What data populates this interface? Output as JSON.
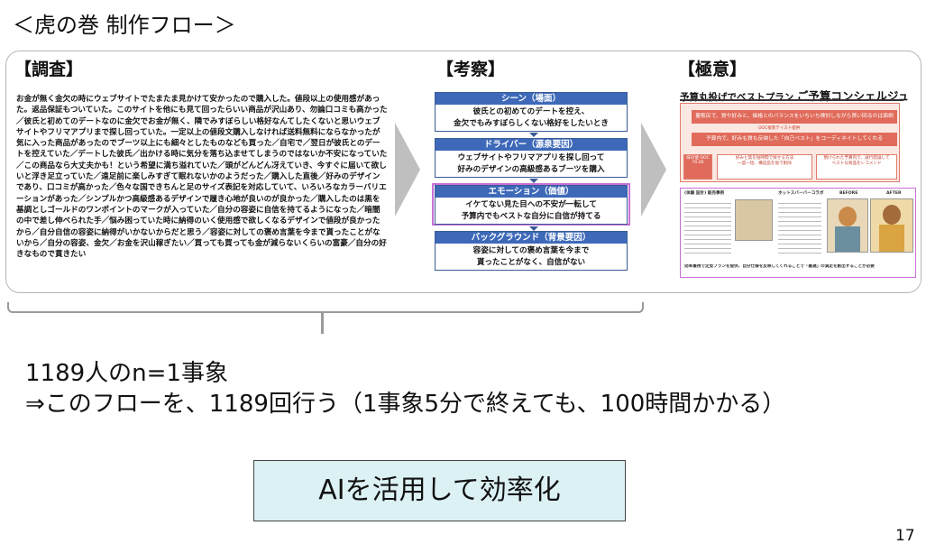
{
  "title": "＜虎の巻 制作フロー＞",
  "sections": {
    "research": "【調査】",
    "analysis": "【考察】",
    "essence": "【極意】"
  },
  "research_text": "お金が無く金欠の時にウェブサイトでたまたま見かけて安かったので購入した。値段以上の使用感があった。返品保証もついていた。このサイトを他にも見て回ったらいい商品が沢山あり、勿論口コミも高かった／彼氏と初めてのデートなのに金欠でお金が無く、隣でみすぼらしい格好なんてしたくないと思いウェブサイトやフリマアプリまで探し回っていた。一定以上の値段文購入しなければ送料無料にならなかったが気に入った商品があったのでブーツ以上にも細々としたものなども買った／自宅で／翌日が彼氏とのデートを控えていた／デートした彼氏／出かける時に気分を落ち込ませてしまうのではないか不安になっていた／この商品なら大丈夫かも！という希望に満ち溢れていた／頭がどんどん冴えていき、今すぐに届いて欲しいと浮き足立っていた／遠足前に楽しみすぎて眠れないかのようだった／購入した直後／好みのデザインであり、口コミが高かった／色々な国できちんと足のサイズ表記を対応していて、いろいろなカラーバリエーションがあった／シンプルかつ高級感あるデザインで履き心地が良いのが良かった／購入したのは黒を基調としゴールドのワンポイントのマークが入っていた／自分の容姿に自信を持てるようになった／暗闇の中で差し伸べられた手／悩み困っていた時に納得のいく使用感で欲しくなるデザインで値段が良かったから／自分自信の容姿に納得がいかないからだと思う／容姿に対しての褒め言葉を今まで貰ったことがないから／自分の容姿、金欠／お金を沢山稼ぎたい／買っても買っても金が減らないくらいの富豪／自分の好きなもので貫きたい",
  "flow": [
    {
      "head": "シーン（場面）",
      "text": [
        "彼氏との初めてのデートを控え、",
        "金欠でもみすぼらしくない格好をしたいとき"
      ]
    },
    {
      "head": "ドライバー（源泉要因）",
      "text": [
        "ウェブサイトやフリマアプリを探し回って",
        "好みのデザインの高級感あるブーツを購入"
      ]
    },
    {
      "head": "エモーション（価値）",
      "text": [
        "イケてない見た目への不安が一転して",
        "予算内でもベストな自分に自信が持てる"
      ]
    },
    {
      "head": "バックグラウンド（背景要因）",
      "text": [
        "容姿に対しての褒め言葉を今まで",
        "貰ったことがなく、自信がない"
      ]
    }
  ],
  "thumbnail": {
    "title_prefix": "予算丸投げでベストプラン",
    "title_main": "ご予算コンシェルジュ",
    "bar1": "量販店で、質や好みと、価格とのバランスをいちいち検討しながら買い回るのは面倒",
    "label1": "OOC接客テイスト提供",
    "bar2": "予算内で、好みも質も反映した「自己ベスト」をコーディネイトしてくれる",
    "box_left": [
      "味の値 OOC",
      "70.00"
    ],
    "box_mid": [
      "好みと質を短時間で探せる方法",
      "一度一括、構造品を仮で削除"
    ],
    "box_right": [
      "預けられた予算内で、試行錯誤して",
      "ベストな商品をレコメンド"
    ],
    "col1_head": "(体験 設計) 販売事例",
    "col2_head": "ホットスバーバーコラボ",
    "label_before": "BEFORE",
    "label_after": "AFTER",
    "footer": "効率重視で定型プランを提供、自分仕様を反映してくれることで「最適」の満足を創出することが必要"
  },
  "line1": "1189人のn=1事象",
  "line2": "⇒このフローを、1189回行う（1事象5分で終えても、100時間かかる）",
  "ai_box": "AIを活用して効率化",
  "page_number": "17"
}
